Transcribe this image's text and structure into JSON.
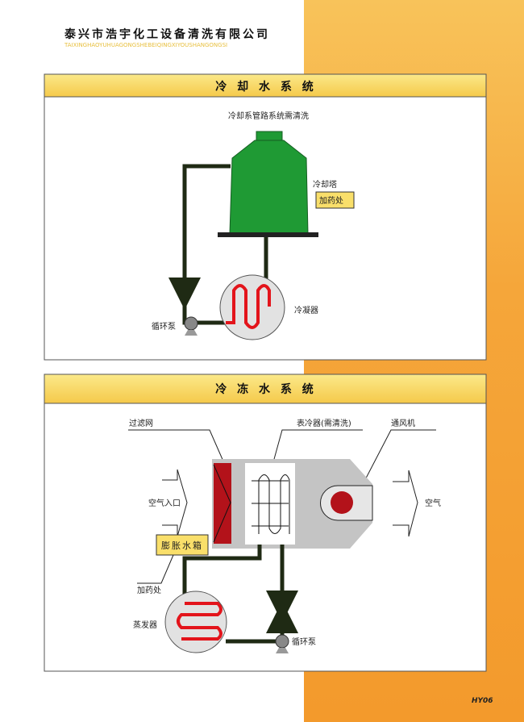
{
  "header": {
    "company": "泰兴市浩宇化工设备清洗有限公司",
    "company_pinyin": "TAIXINGHAOYUHUAGONGSHEBEIQINGXIYOUSHANGONGSI"
  },
  "cooling": {
    "title": "冷 却 水 系 统",
    "note": "冷却系管路系统需清洗",
    "tower": "冷却塔",
    "dosing": "加药处",
    "condenser": "冷凝器",
    "pump": "循环泵"
  },
  "chilled": {
    "title": "冷 冻 水 系 统",
    "filter": "过滤网",
    "coil": "表冷器(需清洗)",
    "fan": "通风机",
    "air_in": "空气入口",
    "air_out": "空气",
    "tank": "膨胀水箱",
    "dosing": "加药处",
    "evaporator": "蒸发器",
    "pump": "循环泵"
  },
  "footer": {
    "page": "HY06"
  },
  "colors": {
    "orange": "#f5a63a",
    "yellow": "#f9df6a",
    "green": "#1f9a34",
    "red": "#b3121a",
    "pipe": "#1f2a14"
  }
}
